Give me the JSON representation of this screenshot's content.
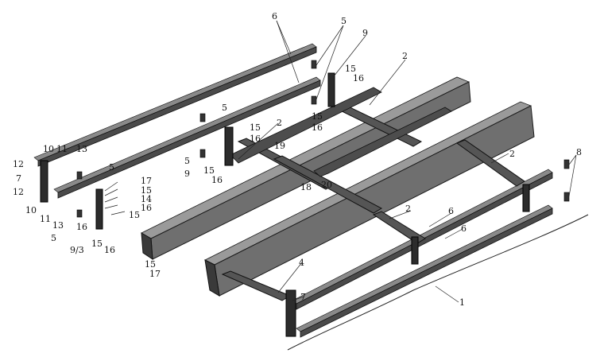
{
  "labels": [
    {
      "id": "6a",
      "text": "6"
    },
    {
      "id": "5a",
      "text": "5"
    },
    {
      "id": "9a",
      "text": "9"
    },
    {
      "id": "2a",
      "text": "2"
    },
    {
      "id": "15a",
      "text": "15"
    },
    {
      "id": "16a",
      "text": "16"
    },
    {
      "id": "5b",
      "text": "5"
    },
    {
      "id": "15b",
      "text": "15"
    },
    {
      "id": "16b",
      "text": "16"
    },
    {
      "id": "15c",
      "text": "15"
    },
    {
      "id": "16c",
      "text": "16"
    },
    {
      "id": "2b",
      "text": "2"
    },
    {
      "id": "19",
      "text": "19"
    },
    {
      "id": "5c",
      "text": "5"
    },
    {
      "id": "9b",
      "text": "9"
    },
    {
      "id": "15d",
      "text": "15"
    },
    {
      "id": "16d",
      "text": "16"
    },
    {
      "id": "12a",
      "text": "12"
    },
    {
      "id": "10a",
      "text": "10"
    },
    {
      "id": "11a",
      "text": "11"
    },
    {
      "id": "13a",
      "text": "13"
    },
    {
      "id": "7a",
      "text": "7"
    },
    {
      "id": "12b",
      "text": "12"
    },
    {
      "id": "5d",
      "text": "5"
    },
    {
      "id": "17a",
      "text": "17"
    },
    {
      "id": "15e",
      "text": "15"
    },
    {
      "id": "14",
      "text": "14"
    },
    {
      "id": "16e",
      "text": "16"
    },
    {
      "id": "15f",
      "text": "15"
    },
    {
      "id": "18",
      "text": "18"
    },
    {
      "id": "20",
      "text": "20"
    },
    {
      "id": "10b",
      "text": "10"
    },
    {
      "id": "11b",
      "text": "11"
    },
    {
      "id": "13b",
      "text": "13"
    },
    {
      "id": "16f",
      "text": "16"
    },
    {
      "id": "5e",
      "text": "5"
    },
    {
      "id": "9_3",
      "text": "9/3"
    },
    {
      "id": "15g",
      "text": "15"
    },
    {
      "id": "16g",
      "text": "16"
    },
    {
      "id": "15h",
      "text": "15"
    },
    {
      "id": "17b",
      "text": "17"
    },
    {
      "id": "2c",
      "text": "2"
    },
    {
      "id": "8",
      "text": "8"
    },
    {
      "id": "2d",
      "text": "2"
    },
    {
      "id": "6b",
      "text": "6"
    },
    {
      "id": "6c",
      "text": "6"
    },
    {
      "id": "4",
      "text": "4"
    },
    {
      "id": "7b",
      "text": "7"
    },
    {
      "id": "1",
      "text": "1"
    }
  ]
}
